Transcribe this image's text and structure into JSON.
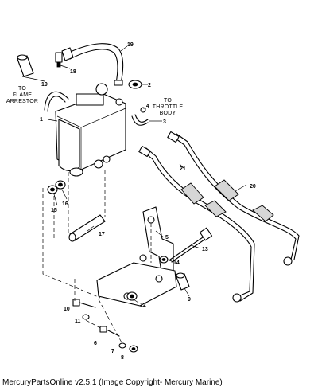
{
  "callouts": {
    "c1": "1",
    "c2": "2",
    "c3": "3",
    "c4": "4",
    "c5": "5",
    "c6": "6",
    "c7": "7",
    "c8": "8",
    "c9": "9",
    "c10": "10",
    "c11": "11",
    "c12": "12",
    "c13": "13",
    "c14": "14",
    "c15": "15",
    "c16": "16",
    "c17": "17",
    "c18": "18",
    "c19a": "19",
    "c19b": "19",
    "c20": "20",
    "c21": "21"
  },
  "notes": {
    "flame_1": "TO",
    "flame_2": "FLAME",
    "flame_3": "ARRESTOR",
    "throttle_1": "TO",
    "throttle_2": "THROTTLE",
    "throttle_3": "BODY"
  },
  "footer": "MercuryPartsOnline v2.5.1 (Image Copyright- Mercury Marine)"
}
